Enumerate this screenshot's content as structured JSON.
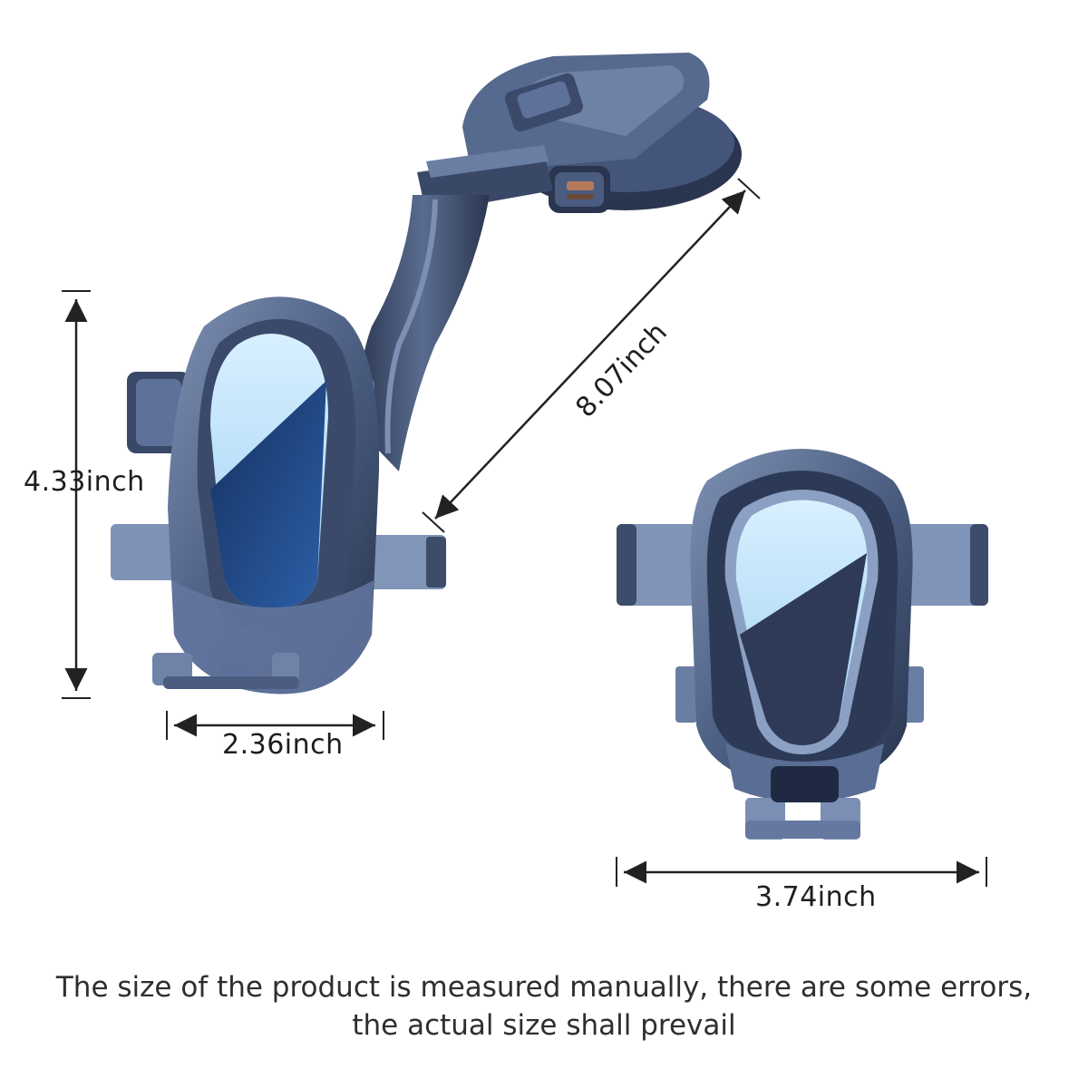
{
  "dimensions": {
    "height": "4.33inch",
    "width_side": "2.36inch",
    "arm_length": "8.07inch",
    "width_front": "3.74inch"
  },
  "footnote": {
    "line1": "The size of the product is measured manually, there are some errors,",
    "line2": "the actual size shall prevail"
  },
  "colors": {
    "body_dark": "#2c3a56",
    "body_mid": "#5c6f91",
    "body_light": "#8ea0bf",
    "glass_light": "#bfe3fb",
    "glass_dark": "#1b3f7a",
    "dimension_line": "#222222"
  }
}
